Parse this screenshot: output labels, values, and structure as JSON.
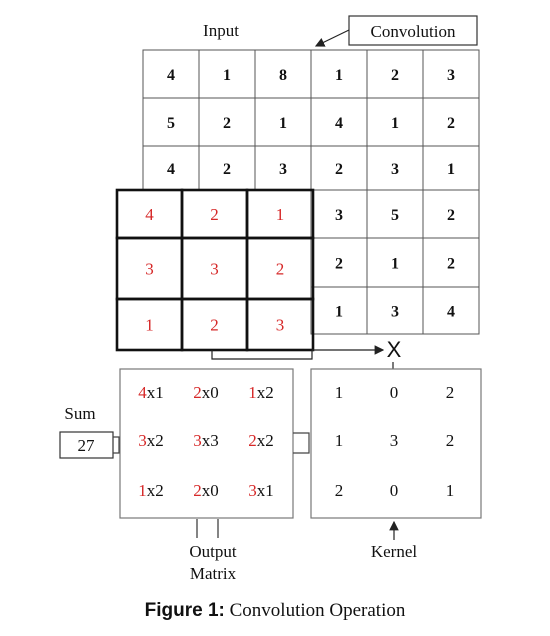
{
  "labels": {
    "input": "Input",
    "convolution": "Convolution",
    "sum": "Sum",
    "sum_value": "27",
    "output_line1": "Output",
    "output_line2": "Matrix",
    "kernel": "Kernel",
    "multiply_symbol": "X"
  },
  "input_grid": [
    [
      "4",
      "1",
      "8",
      "1",
      "2",
      "3"
    ],
    [
      "5",
      "2",
      "1",
      "4",
      "1",
      "2"
    ],
    [
      "4",
      "2",
      "3",
      "2",
      "3",
      "1"
    ],
    [
      "4",
      "2",
      "1",
      "3",
      "5",
      "2"
    ],
    [
      "3",
      "3",
      "2",
      "2",
      "1",
      "2"
    ],
    [
      "1",
      "2",
      "3",
      "1",
      "3",
      "4"
    ]
  ],
  "output_matrix": [
    [
      {
        "a": "4",
        "b": "x1"
      },
      {
        "a": "2",
        "b": "x0"
      },
      {
        "a": "1",
        "b": "x2"
      }
    ],
    [
      {
        "a": "3",
        "b": "x2"
      },
      {
        "a": "3",
        "b": "x3"
      },
      {
        "a": "2",
        "b": "x2"
      }
    ],
    [
      {
        "a": "1",
        "b": "x2"
      },
      {
        "a": "2",
        "b": "x0"
      },
      {
        "a": "3",
        "b": "x1"
      }
    ]
  ],
  "kernel_grid": [
    [
      "1",
      "0",
      "2"
    ],
    [
      "1",
      "3",
      "2"
    ],
    [
      "2",
      "0",
      "1"
    ]
  ],
  "caption": {
    "figure": "Figure 1:",
    "text": "Convolution Operation"
  },
  "colors": {
    "highlight_text": "#d62828",
    "text": "#111111",
    "grid_line": "#444444"
  }
}
